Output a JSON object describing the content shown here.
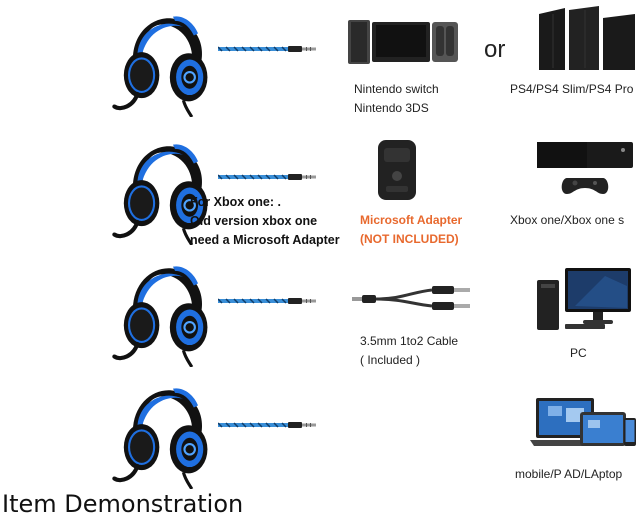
{
  "rows": [
    {
      "device_labels": [
        "Nintendo switch",
        "Nintendo 3DS"
      ],
      "or_text": "or",
      "console_label": "PS4/PS4 Slim/PS4 Pro"
    },
    {
      "note_lines": [
        "For Xbox one: .",
        "Old version xbox one",
        "need a Microsoft Adapter"
      ],
      "adapter_lines": [
        "Microsoft Adapter",
        "(NOT INCLUDED)"
      ],
      "console_label": "Xbox one/Xbox one s"
    },
    {
      "cable_lines": [
        "3.5mm 1to2 Cable",
        "( Included )"
      ],
      "device_label": "PC"
    },
    {
      "device_label": "mobile/P AD/LAptop"
    }
  ],
  "caption": "Item Demonstration",
  "colors": {
    "accent": "#e8692e",
    "headset_blue": "#1f6fe0",
    "headset_black": "#111111",
    "cable_blue": "#3a8fd8"
  },
  "icons": [
    "headset-icon",
    "cable-icon",
    "nintendo-switch-icon",
    "ps4-console-icon",
    "xbox-adapter-icon",
    "xbox-one-icon",
    "splitter-cable-icon",
    "pc-icon",
    "laptop-tablet-phone-icon"
  ]
}
